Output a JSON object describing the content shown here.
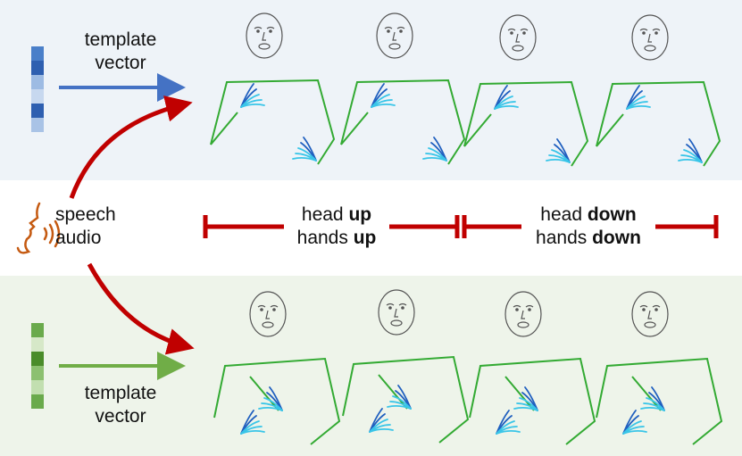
{
  "top_template": {
    "line1": "template",
    "line2": "vector"
  },
  "bottom_template": {
    "line1": "template",
    "line2": "vector"
  },
  "speech": {
    "line1": "speech",
    "line2": "audio"
  },
  "segment1": {
    "head_prefix": "head ",
    "head_strong": "up",
    "hands_prefix": "hands ",
    "hands_strong": "up"
  },
  "segment2": {
    "head_prefix": "head ",
    "head_strong": "down",
    "hands_prefix": "hands ",
    "hands_strong": "down"
  },
  "colors": {
    "top_band": "#eef3f8",
    "bottom_band": "#eef4ea",
    "blue_arrow": "#4472c4",
    "green_arrow": "#70ad47",
    "red": "#c00000",
    "skeleton": "#33aa33",
    "hand_dark": "#1f5fbf",
    "hand_light": "#39c5e8",
    "top_vector": [
      "#4a7fc9",
      "#2e5fb0",
      "#9dbbe3",
      "#c7d8ef",
      "#2e5fb0",
      "#a9c3e6"
    ],
    "bottom_vector": [
      "#6aaa4c",
      "#d6e8c8",
      "#4a8c2a",
      "#8cc070",
      "#c2dfb0",
      "#6aaa4c"
    ]
  }
}
